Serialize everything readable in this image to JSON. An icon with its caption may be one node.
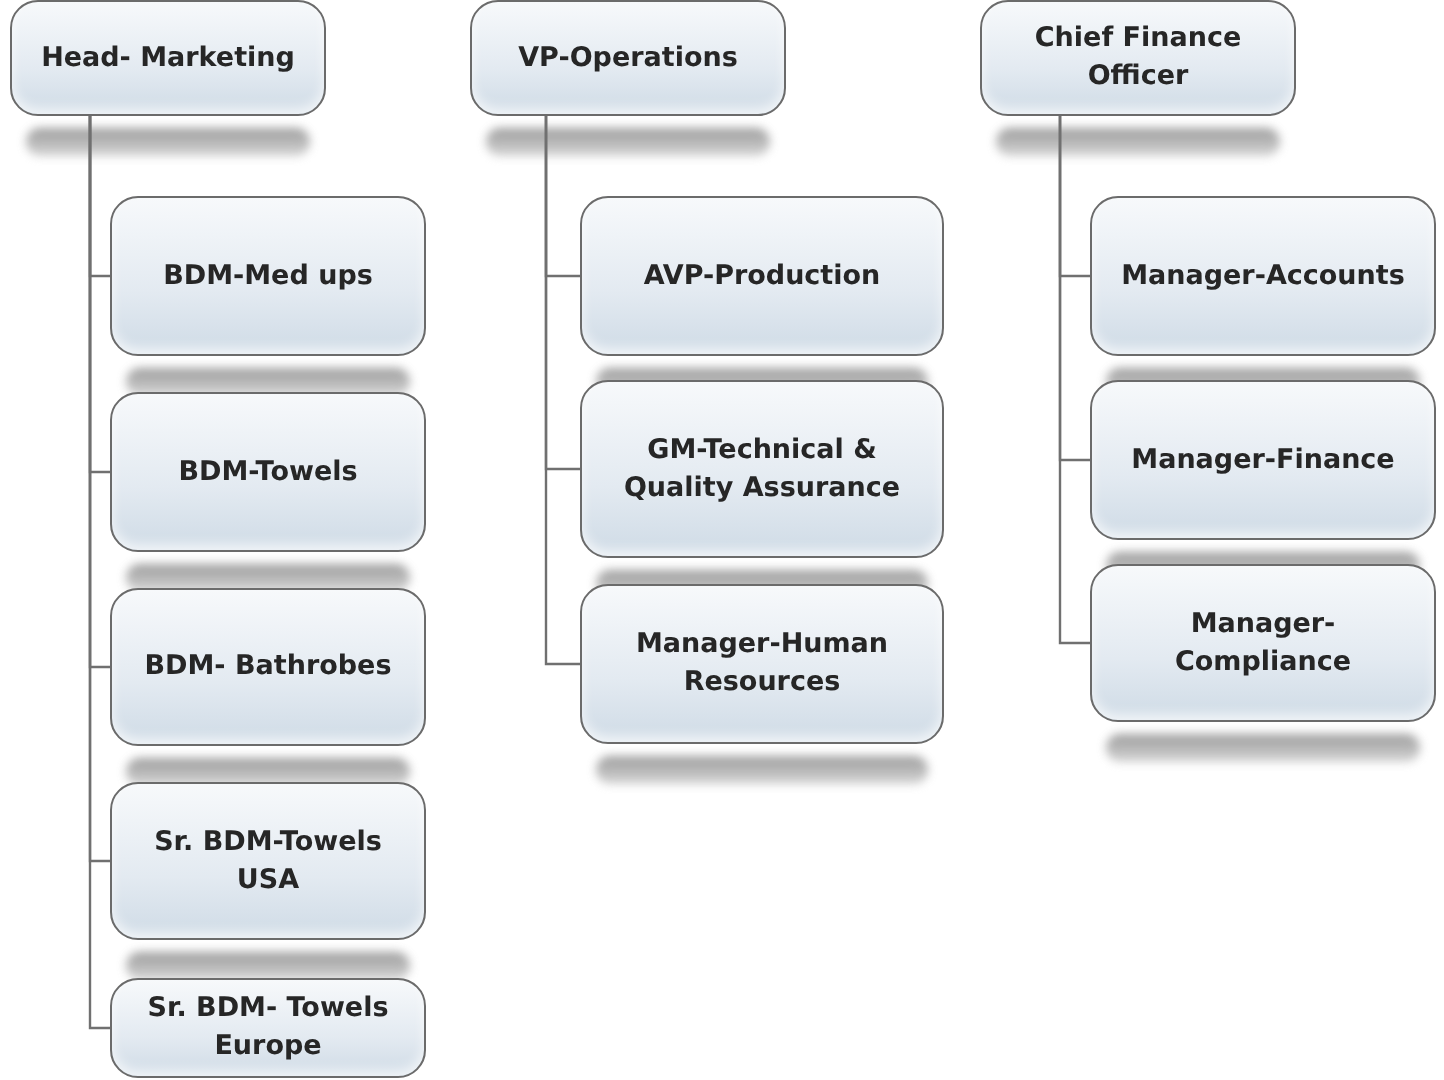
{
  "diagram": {
    "nodes": [
      {
        "text": [
          "Head- Marketing"
        ]
      },
      {
        "text": [
          "BDM-Med ups"
        ]
      },
      {
        "text": [
          "BDM-Towels"
        ]
      },
      {
        "text": [
          "BDM- Bathrobes"
        ]
      },
      {
        "text": [
          "Sr. BDM-Towels USA"
        ]
      },
      {
        "text": [
          "Sr. BDM- Towels Europe"
        ]
      },
      {
        "text": [
          "VP-Operations"
        ]
      },
      {
        "text": [
          "AVP-Production"
        ]
      },
      {
        "text": [
          "GM-Technical & Quality Assurance"
        ]
      },
      {
        "text": [
          "Manager-Human Resources"
        ]
      },
      {
        "text": [
          "Chief Finance Officer"
        ]
      },
      {
        "text": [
          "Manager-Accounts"
        ]
      },
      {
        "text": [
          "Manager-Finance"
        ]
      },
      {
        "text": [
          "Manager-Compliance"
        ]
      }
    ],
    "edges": [
      {
        "from": 0,
        "to": 1,
        "arrow": "none"
      },
      {
        "from": 0,
        "to": 2,
        "arrow": "none"
      },
      {
        "from": 0,
        "to": 3,
        "arrow": "none"
      },
      {
        "from": 0,
        "to": 4,
        "arrow": "none"
      },
      {
        "from": 0,
        "to": 5,
        "arrow": "none"
      },
      {
        "from": 6,
        "to": 7,
        "arrow": "none"
      },
      {
        "from": 6,
        "to": 8,
        "arrow": "none"
      },
      {
        "from": 6,
        "to": 9,
        "arrow": "none"
      },
      {
        "from": 10,
        "to": 11,
        "arrow": "none"
      },
      {
        "from": 10,
        "to": 12,
        "arrow": "none"
      },
      {
        "from": 10,
        "to": 13,
        "arrow": "none"
      }
    ]
  }
}
